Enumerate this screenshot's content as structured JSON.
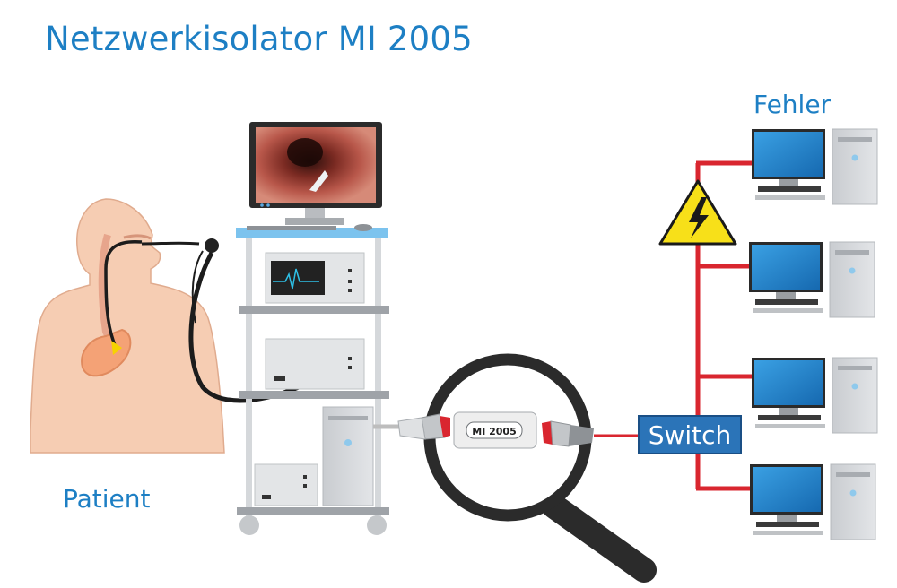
{
  "title": "Netzwerkisolator MI 2005",
  "labels": {
    "fault": "Fehler",
    "patient": "Patient",
    "switch": "Switch",
    "device": "MI 2005"
  },
  "icons": {
    "warning": "high-voltage-warning-icon",
    "magnifier": "magnifying-glass-icon",
    "computer": "desktop-computer-icon"
  },
  "colors": {
    "accent": "#1d7fc4",
    "network": "#d9262f",
    "switch": "#2b74b8",
    "warning": "#f7e019"
  },
  "computers_count": 4
}
